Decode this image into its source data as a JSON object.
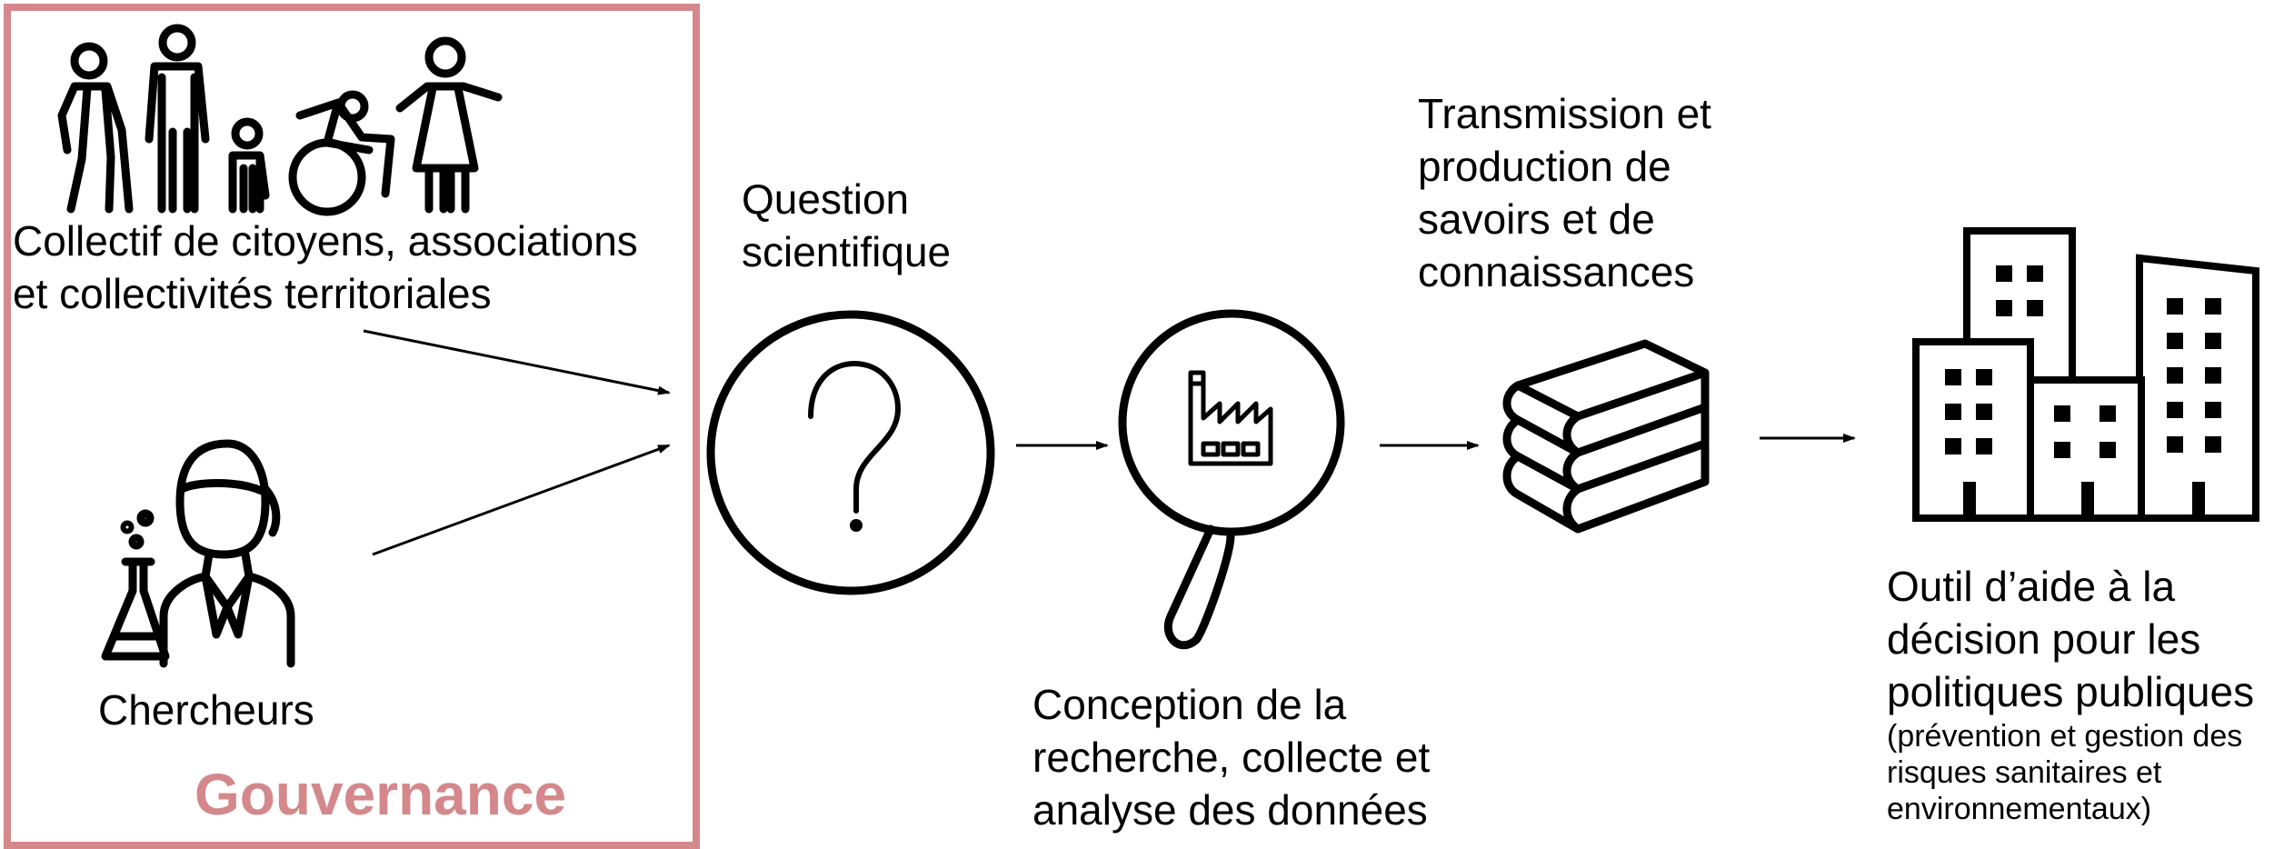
{
  "governance": {
    "title": "Gouvernance",
    "citizens_lines": [
      "Collectif de citoyens, associations",
      "et collectivités territoriales"
    ],
    "researchers_label": "Chercheurs",
    "accent_color": "#d4888b"
  },
  "steps": {
    "question_lines": [
      "Question",
      "scientifique"
    ],
    "research_lines": [
      "Conception de la",
      "recherche, collecte et",
      "analyse des données"
    ],
    "knowledge_lines": [
      "Transmission et",
      "production de",
      "savoirs et de",
      "connaissances"
    ],
    "decision_lines": [
      "Outil d’aide à la",
      "décision pour les",
      "politiques publiques"
    ],
    "decision_note_lines": [
      "(prévention et gestion des",
      "risques sanitaires et",
      "environnementaux)"
    ]
  },
  "icons": [
    "people-group-icon",
    "researcher-icon",
    "question-mark-icon",
    "magnifier-factory-icon",
    "books-icon",
    "buildings-icon",
    "arrow-icon"
  ]
}
